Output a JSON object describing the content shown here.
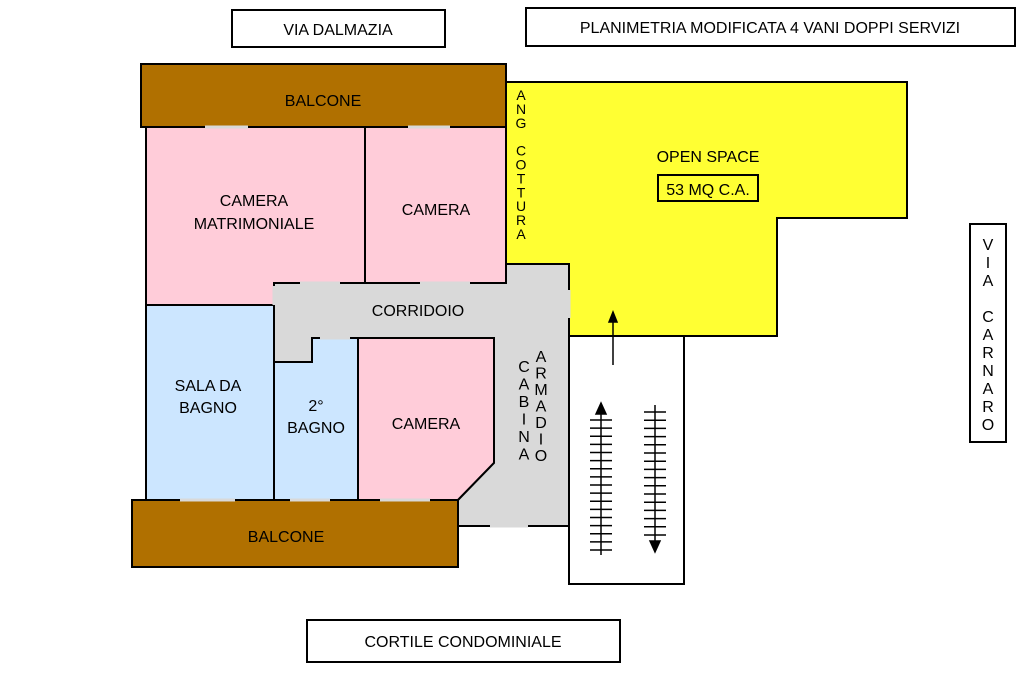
{
  "streets": {
    "top": "VIA DALMAZIA",
    "right": "VIA CARNARO",
    "bottom": "CORTILE CONDOMINIALE"
  },
  "plan_title": "PLANIMETRIA MODIFICATA 4 VANI DOPPI SERVIZI",
  "rooms": {
    "balcone_top": "BALCONE",
    "balcone_bottom": "BALCONE",
    "camera_matrimoniale_line1": "CAMERA",
    "camera_matrimoniale_line2": "MATRIMONIALE",
    "camera_top": "CAMERA",
    "camera_bottom": "CAMERA",
    "corridoio": "CORRIDOIO",
    "sala_bagno_line1": "SALA DA",
    "sala_bagno_line2": "BAGNO",
    "bagno2_line1": "2°",
    "bagno2_line2": "BAGNO",
    "open_space": "OPEN SPACE",
    "area": "53 MQ C.A.",
    "ang_cottura": "ANG COTTURA",
    "cabina": "CABINA",
    "armadio": "ARMADIO"
  },
  "colors": {
    "balcone": "#b07000",
    "camera": "#ffccd9",
    "bagno": "#cce6ff",
    "corridoio": "#d9d9d9",
    "open_space": "#ffff33"
  }
}
